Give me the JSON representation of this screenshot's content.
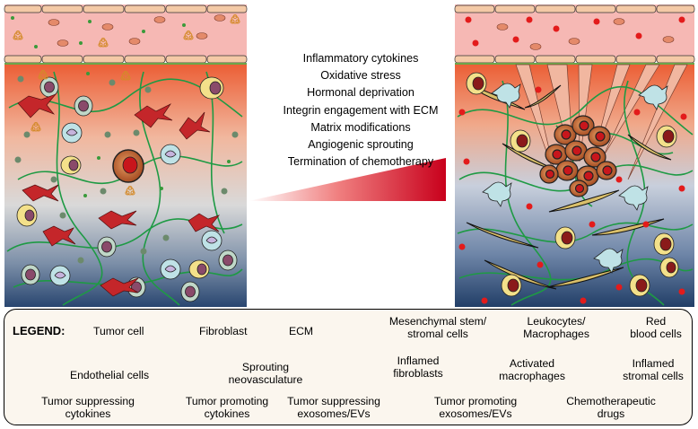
{
  "stimuli": [
    "Inflammatory cytokines",
    "Oxidative stress",
    "Hormonal deprivation",
    "Integrin engagement with ECM",
    "Matrix modifications",
    "Angiogenic sprouting",
    "Termination of chemotherapy"
  ],
  "legend": {
    "title": "LEGEND:",
    "tumor_cell": "Tumor cell",
    "fibroblast": "Fibroblast",
    "ecm": "ECM",
    "msc_line1": "Mesenchymal stem/",
    "msc_line2": "stromal cells",
    "leuko_line1": "Leukocytes/",
    "leuko_line2": "Macrophages",
    "rbc_line1": "Red",
    "rbc_line2": "blood cells",
    "endothelial": "Endothelial cells",
    "sprouting_line1": "Sprouting",
    "sprouting_line2": "neovasculature",
    "infl_fib_line1": "Inflamed",
    "infl_fib_line2": "fibroblasts",
    "act_mac_line1": "Activated",
    "act_mac_line2": "macrophages",
    "infl_strom_line1": "Inflamed",
    "infl_strom_line2": "stromal cells",
    "ts_cyt_line1": "Tumor suppressing",
    "ts_cyt_line2": "cytokines",
    "tp_cyt_line1": "Tumor promoting",
    "tp_cyt_line2": "cytokines",
    "ts_exo_line1": "Tumor suppressing",
    "ts_exo_line2": "exosomes/EVs",
    "tp_exo_line1": "Tumor promoting",
    "tp_exo_line2": "exosomes/EVs",
    "chemo_line1": "Chemotherapeutic",
    "chemo_line2": "drugs"
  },
  "colors": {
    "vessel": "#f6b8b4",
    "endothelial": "#f4c9a6",
    "tumor_cell": "#b5582a",
    "fibroblast": "#c4262a",
    "ecm": "#1e9a44",
    "red_dot": "#e31b1b",
    "green_dot": "#6c8a6c",
    "gradient_top": "#ee6a3c",
    "gradient_bottom": "#2c4a72"
  },
  "icons": [
    "tumor-cell-icon",
    "fibroblast-icon",
    "ecm-fiber-icon",
    "stromal-cell-icon",
    "leukocyte-icon",
    "red-blood-cell-icon",
    "endothelial-cell-icon",
    "sprout-icon",
    "inflamed-fibroblast-icon",
    "activated-macrophage-icon",
    "inflamed-stromal-icon",
    "suppressing-cytokine-icon",
    "promoting-cytokine-icon",
    "suppressing-exosome-icon",
    "promoting-exosome-icon",
    "chemo-drug-icon"
  ]
}
